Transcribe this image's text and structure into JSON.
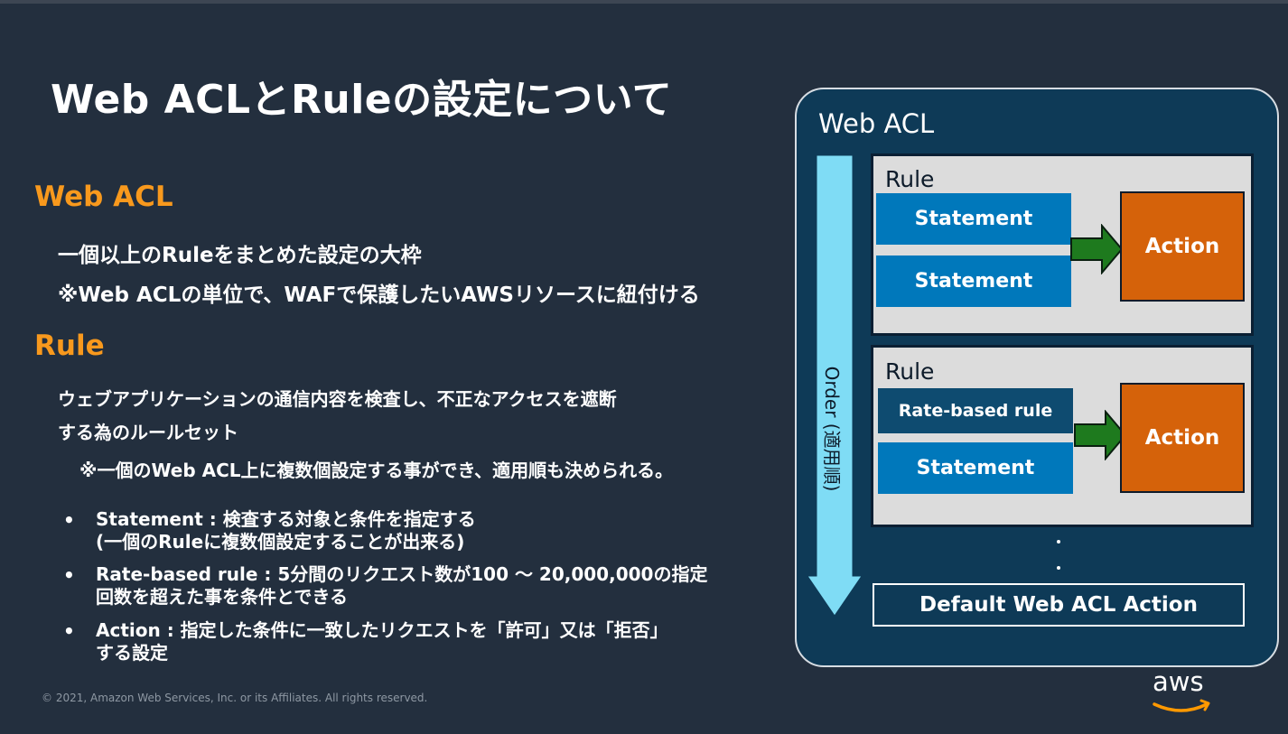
{
  "title": "Web ACLとRuleの設定について",
  "web_acl_section": {
    "heading": "Web ACL",
    "line1": "一個以上のRuleをまとめた設定の大枠",
    "line2": "※Web ACLの単位で、WAFで保護したいAWSリソースに紐付ける"
  },
  "rule_section": {
    "heading": "Rule",
    "line1": "ウェブアプリケーションの通信内容を検査し、不正なアクセスを遮断",
    "line2": "する為のルールセット",
    "note": "※一個のWeb ACL上に複数個設定する事ができ、適用順も決められる。"
  },
  "bullets": [
    {
      "line1": "Statement : 検査する対象と条件を指定する",
      "line2": "(一個のRuleに複数個設定することが出来る)"
    },
    {
      "line1": "Rate-based rule : 5分間のリクエスト数が100 ～ 20,000,000の指定",
      "line2": "回数を超えた事を条件とできる"
    },
    {
      "line1": "Action : 指定した条件に一致したリクエストを「許可」又は「拒否」",
      "line2": "する設定"
    }
  ],
  "bullet_symbol": "•",
  "footer": "© 2021, Amazon Web Services, Inc. or its Affiliates. All rights reserved.",
  "diagram": {
    "title": "Web ACL",
    "order_label": "Order (適用順)",
    "rule1": {
      "label": "Rule",
      "statement1": "Statement",
      "statement2": "Statement",
      "action": "Action"
    },
    "rule2": {
      "label": "Rule",
      "rate": "Rate-based rule",
      "statement": "Statement",
      "action": "Action"
    },
    "default_action": "Default Web ACL Action"
  },
  "logo_text": "aws",
  "colors": {
    "background": "#232f3e",
    "heading_accent": "#f8991d",
    "statement_blue": "#0078bb",
    "action_orange": "#d5620a",
    "arrow_green": "#1e7a1e",
    "order_arrow": "#7fdcf5",
    "amazon_smile": "#ff9900"
  }
}
